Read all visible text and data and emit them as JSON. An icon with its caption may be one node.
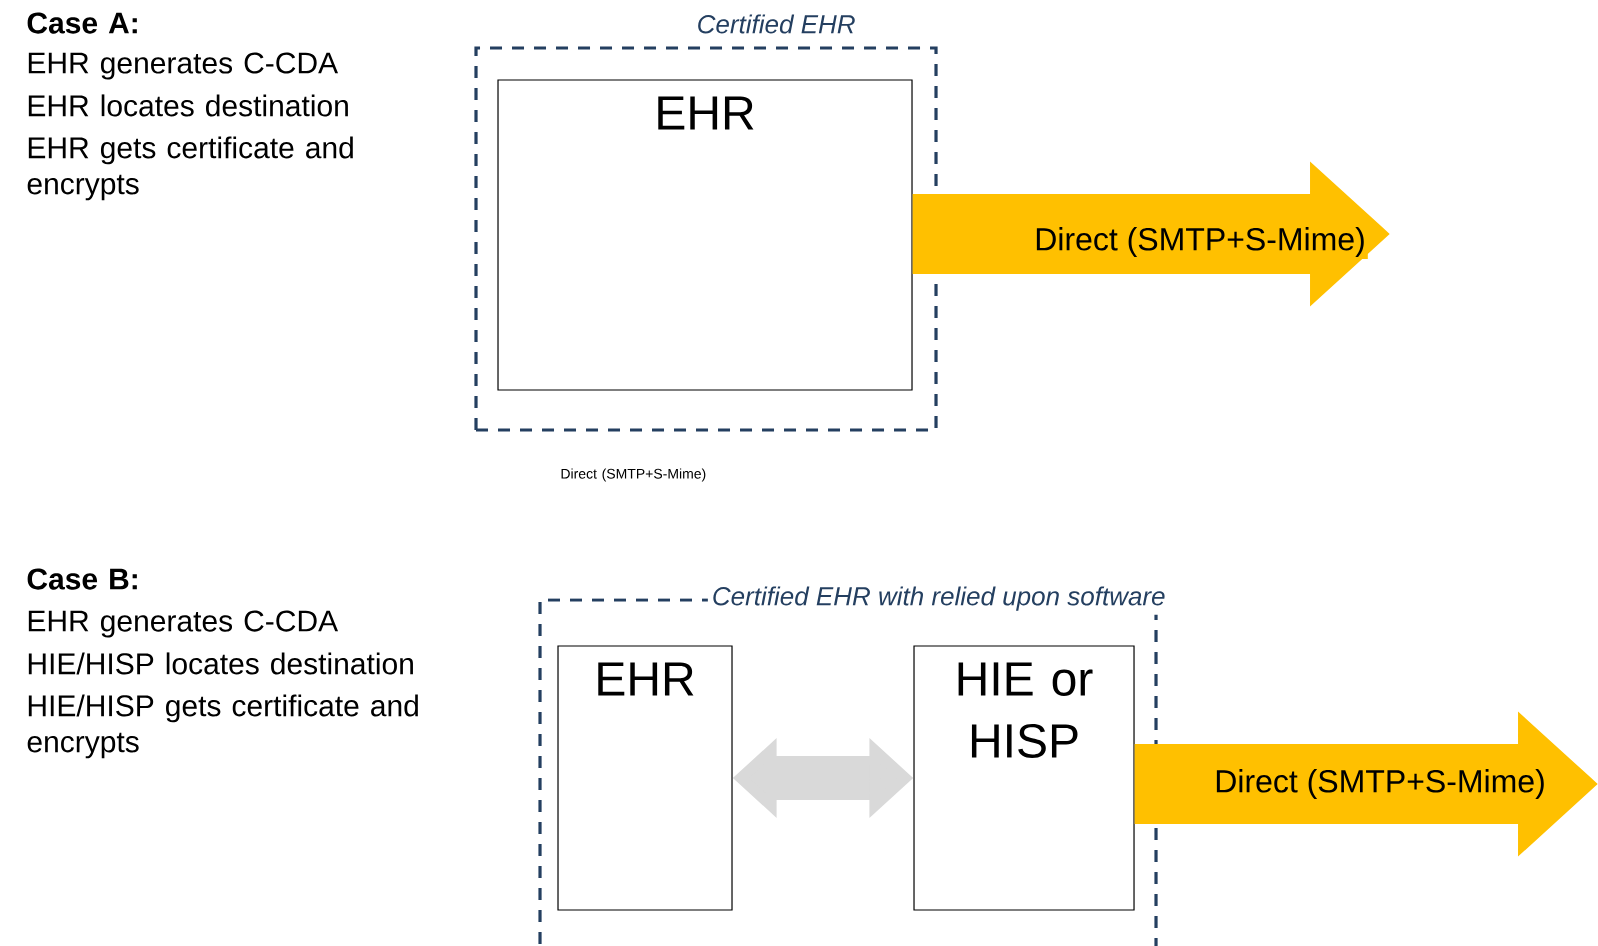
{
  "diagram": {
    "nodes": [
      {
        "text": [
          "Certified EHR"
        ]
      },
      {
        "text": [
          "EHR"
        ],
        "in": 0
      },
      {
        "text": [
          "Certified EHR with relied upon software"
        ]
      },
      {
        "text": [
          "EHR"
        ],
        "in": 2
      },
      {
        "text": [
          "HIE or HISP"
        ],
        "in": 2
      }
    ],
    "edges": [
      {
        "from": 1,
        "to": null,
        "arrow": "to",
        "label": "Direct (SMTP+S-Mime)",
        "color": "#ffc000"
      },
      {
        "from": 3,
        "to": 4,
        "arrow": "both",
        "color": "#d9d9d9"
      },
      {
        "from": 4,
        "to": null,
        "arrow": "to",
        "label": "Direct (SMTP+S-Mime)",
        "color": "#ffc000"
      }
    ],
    "labels": [
      "Case A:",
      "EHR generates C-CDA",
      "EHR locates destination",
      "EHR gets certificate and encrypts",
      "Direct (SMTP+S-Mime)",
      "Case B:",
      "EHR generates C-CDA",
      "HIE/HISP locates destination",
      "HIE/HISP gets certificate and encrypts"
    ]
  }
}
